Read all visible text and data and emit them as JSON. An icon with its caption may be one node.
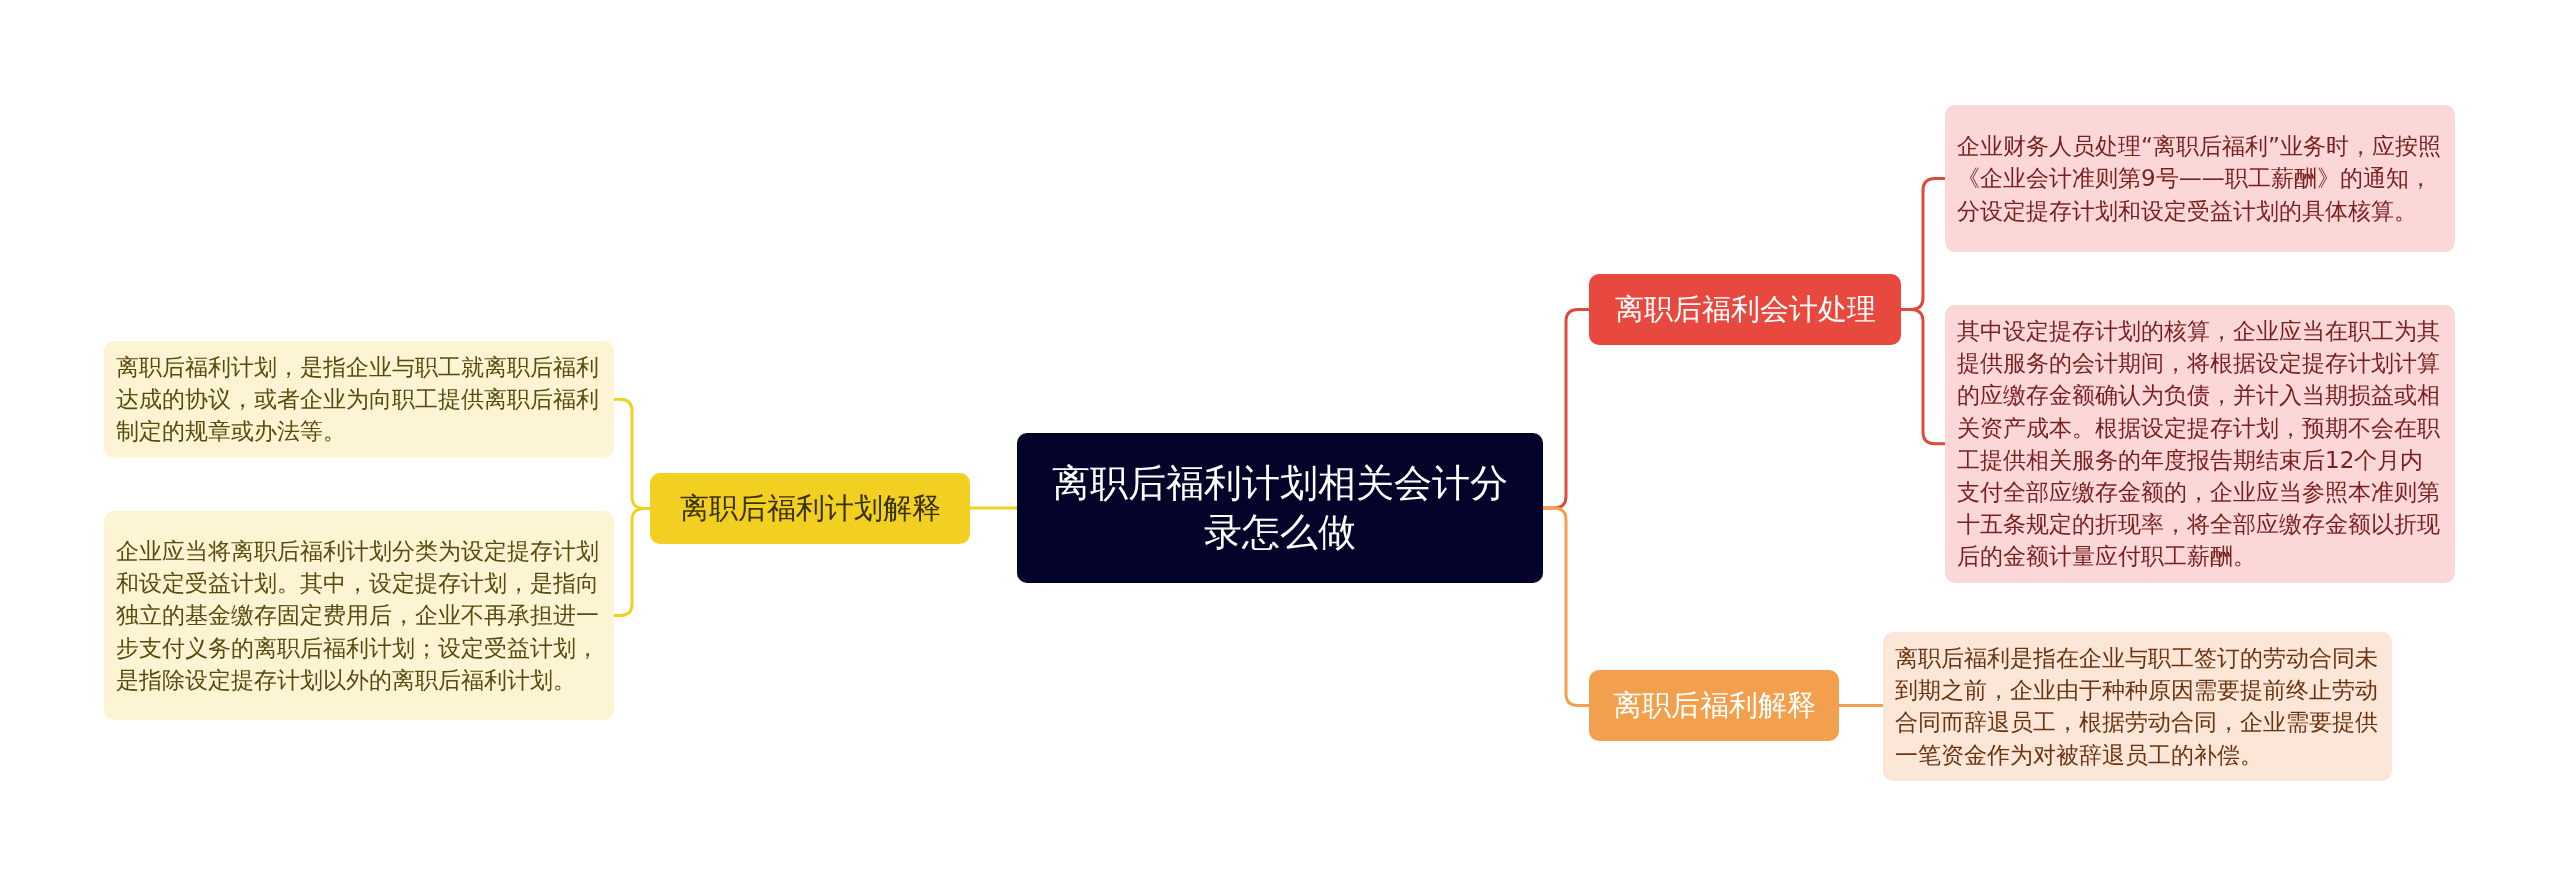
{
  "diagram": {
    "nodes": [
      {
        "text": [
          "离职后福利计划相关会计分录怎么做"
        ]
      },
      {
        "text": [
          "离职后福利计划解释"
        ]
      },
      {
        "text": [
          "离职后福利计划，是指企业与职工就离职后福利达成的协议，或者企业为向职工提供离职后福利制定的规章或办法等。"
        ]
      },
      {
        "text": [
          "企业应当将离职后福利计划分类为设定提存计划和设定受益计划。其中，设定提存计划，是指向独立的基金缴存固定费用后，企业不再承担进一步支付义务的离职后福利计划；设定受益计划，是指除设定提存计划以外的离职后福利计划。"
        ]
      },
      {
        "text": [
          "离职后福利会计处理"
        ]
      },
      {
        "text": [
          "企业财务人员处理“离职后福利”业务时，应按照《企业会计准则第9号——职工薪酬》的通知，分设定提存计划和设定受益计划的具体核算。"
        ]
      },
      {
        "text": [
          "其中设定提存计划的核算，企业应当在职工为其提供服务的会计期间，将根据设定提存计划计算的应缴存金额确认为负债，并计入当期损益或相关资产成本。根据设定提存计划，预期不会在职工提供相关服务的年度报告期结束后12个月内支付全部应缴存金额的，企业应当参照本准则第十五条规定的折现率，将全部应缴存金额以折现后的金额计量应付职工薪酬。"
        ]
      },
      {
        "text": [
          "离职后福利解释"
        ]
      },
      {
        "text": [
          "离职后福利是指在企业与职工签订的劳动合同未到期之前，企业由于种种原因需要提前终止劳动合同而辞退员工，根据劳动合同，企业需要提供一笔资金作为对被辞退员工的补偿。"
        ]
      }
    ],
    "edges": [
      {
        "from": 0,
        "to": 1,
        "arrow": "none",
        "color": "#f0d020"
      },
      {
        "from": 1,
        "to": 2,
        "arrow": "none",
        "color": "#f0d020"
      },
      {
        "from": 1,
        "to": 3,
        "arrow": "none",
        "color": "#f0d020"
      },
      {
        "from": 0,
        "to": 4,
        "arrow": "none",
        "color": "#e04a3c"
      },
      {
        "from": 4,
        "to": 5,
        "arrow": "none",
        "color": "#e04a3c"
      },
      {
        "from": 4,
        "to": 6,
        "arrow": "none",
        "color": "#e04a3c"
      },
      {
        "from": 0,
        "to": 7,
        "arrow": "none",
        "color": "#f0a050"
      },
      {
        "from": 7,
        "to": 8,
        "arrow": "none",
        "color": "#f0a050"
      }
    ]
  }
}
